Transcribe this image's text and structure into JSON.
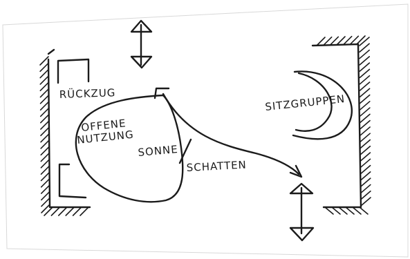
{
  "sketch": {
    "labels": {
      "rueckzug": "RÜCKZUG",
      "offene_nutzung_line1": "OFFENE",
      "offene_nutzung_line2": "NUTZUNG",
      "sonne": "SONNE",
      "schatten": "SCHATTEN",
      "sitzgruppen": "SITZGRUPPEN"
    },
    "ink_color": "#1b1b1b",
    "paper_color": "#ffffff"
  }
}
